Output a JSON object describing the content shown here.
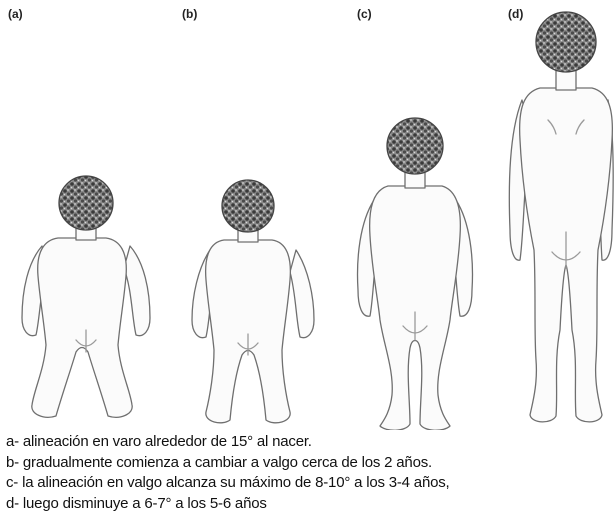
{
  "panels": [
    {
      "label": "(a)"
    },
    {
      "label": "(b)"
    },
    {
      "label": "(c)"
    },
    {
      "label": "(d)"
    }
  ],
  "caption": [
    "a- alineación en varo alrededor de 15° al nacer.",
    "b- gradualmente comienza a cambiar a valgo cerca de los 2 años.",
    "c- la alineación en valgo alcanza su máximo de 8-10° a los 3-4 años,",
    "d- luego disminuye a 6-7° a los 5-6 años"
  ]
}
